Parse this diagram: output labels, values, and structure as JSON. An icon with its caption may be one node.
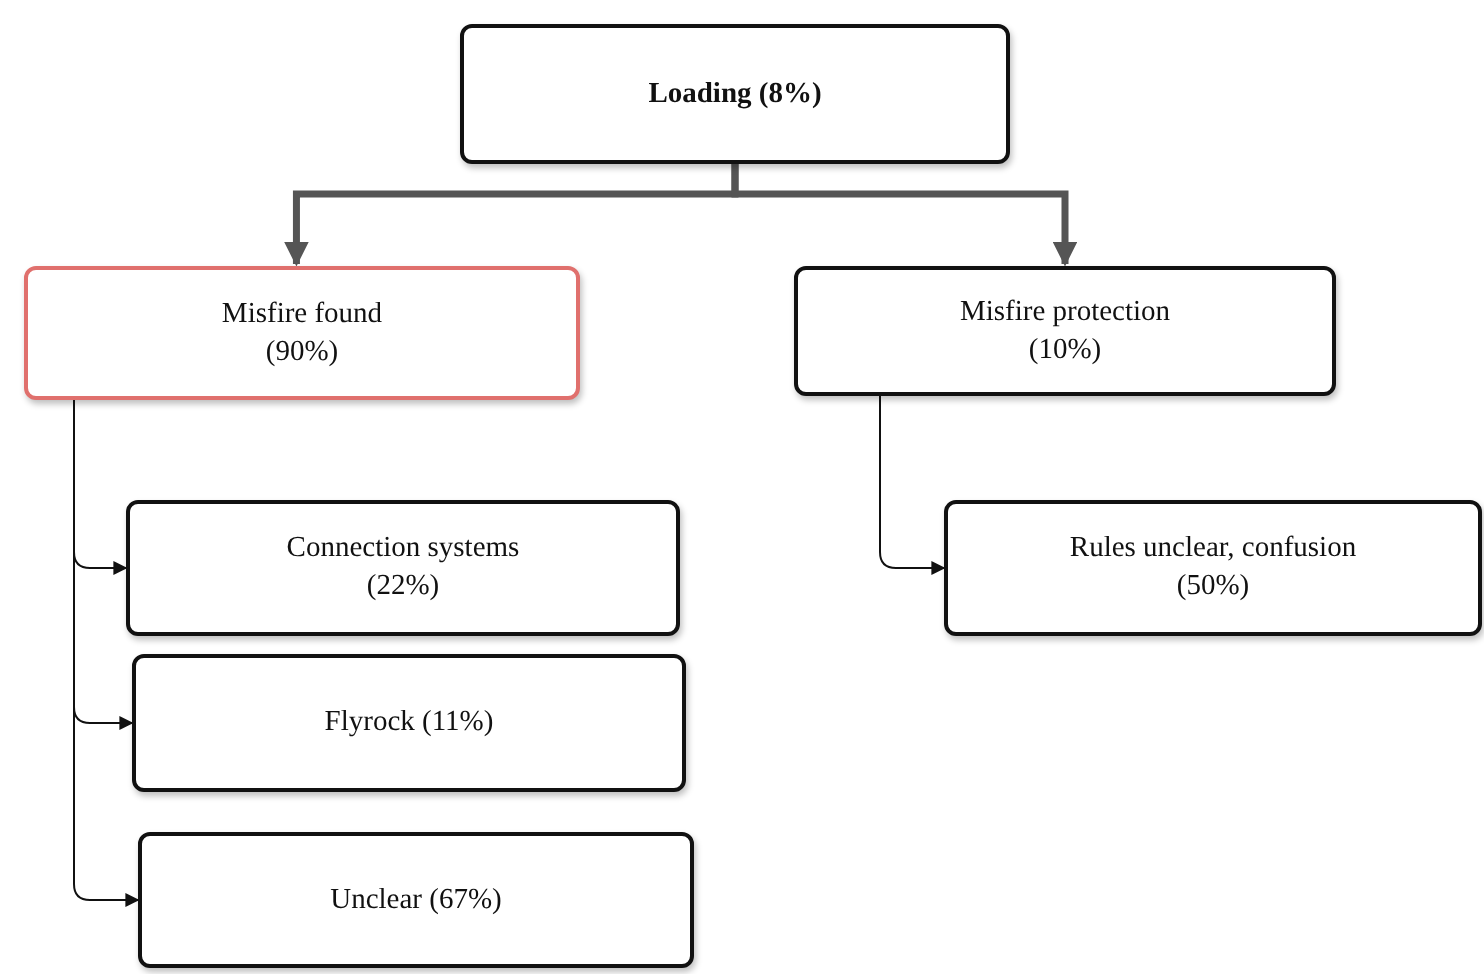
{
  "diagram": {
    "nodes": [
      {
        "text": [
          "Loading (8%)"
        ]
      },
      {
        "text": [
          "Misfire found",
          "(90%)"
        ]
      },
      {
        "text": [
          "Misfire protection",
          "(10%)"
        ]
      },
      {
        "text": [
          "Connection systems",
          "(22%)"
        ]
      },
      {
        "text": [
          "Flyrock (11%)"
        ]
      },
      {
        "text": [
          "Unclear (67%)"
        ]
      },
      {
        "text": [
          "Rules unclear, confusion",
          "(50%)"
        ]
      }
    ],
    "edges": [
      {
        "from": 0,
        "to": 1,
        "arrow": "to",
        "style": "thick",
        "color": "#555555"
      },
      {
        "from": 0,
        "to": 2,
        "arrow": "to",
        "style": "thick",
        "color": "#555555"
      },
      {
        "from": 1,
        "to": 3,
        "arrow": "to"
      },
      {
        "from": 1,
        "to": 4,
        "arrow": "to"
      },
      {
        "from": 1,
        "to": 5,
        "arrow": "to"
      },
      {
        "from": 2,
        "to": 6,
        "arrow": "to"
      }
    ]
  }
}
